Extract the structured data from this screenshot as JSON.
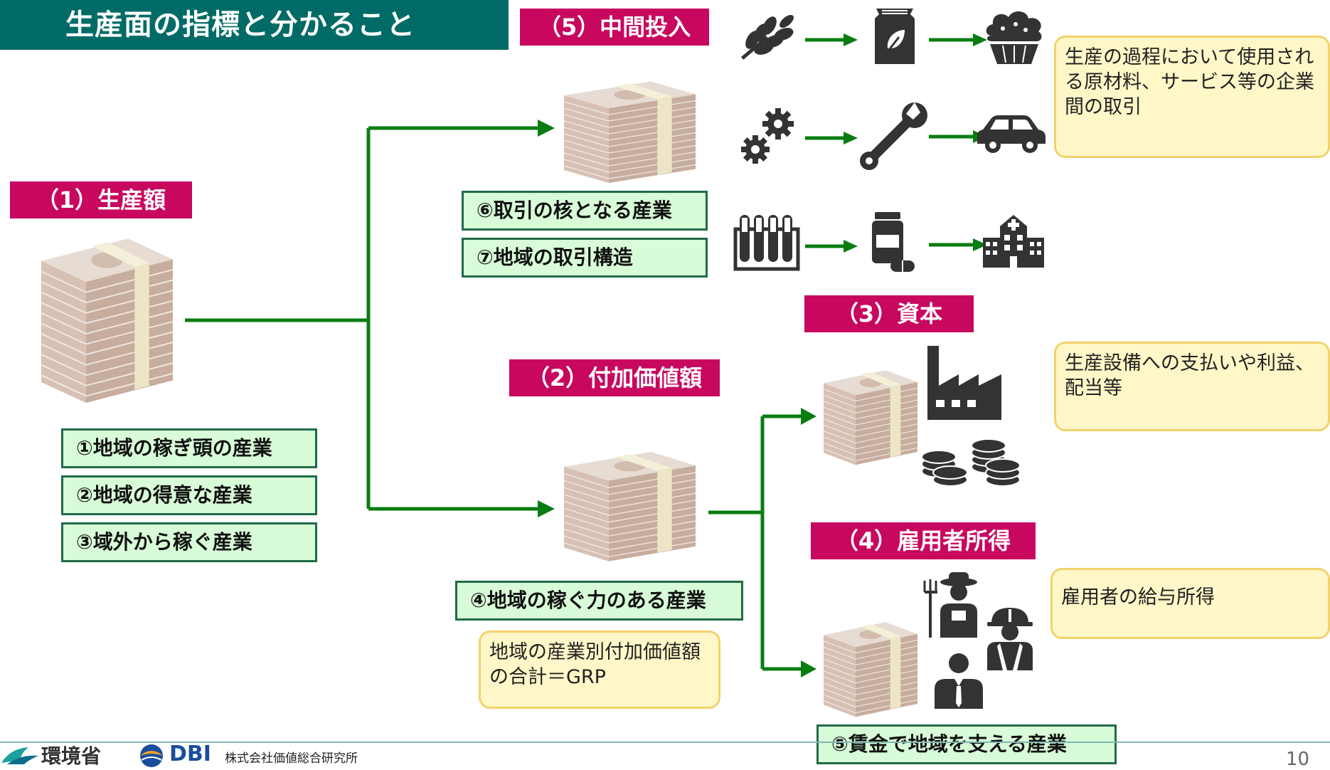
{
  "title": "生産面の指標と分かること",
  "labels": {
    "production": "（1）生産額",
    "value_added": "（2）付加価値額",
    "capital": "（3）資本",
    "employee_income": "（4）雇用者所得",
    "intermediate_input": "（5）中間投入"
  },
  "production_items": [
    "①地域の稼ぎ頭の産業",
    "②地域の得意な産業",
    "③域外から稼ぐ産業"
  ],
  "intermediate_items": [
    "⑥取引の核となる産業",
    "⑦地域の取引構造"
  ],
  "value_added_item": "④地域の稼ぐ力のある産業",
  "wage_item": "⑤賃金で地域を支える産業",
  "notes": {
    "intermediate": "生産の過程において使用される原材料、サービス等の企業間の取引",
    "capital": "生産設備への支払いや利益、配当等",
    "employee": "雇用者の給与所得",
    "grp": "地域の産業別付加価値額の合計＝GRP"
  },
  "icons": {
    "chain1": [
      "wheat-icon",
      "flour-bag-icon",
      "cupcake-icon"
    ],
    "chain2": [
      "gears-icon",
      "wrench-icon",
      "car-icon"
    ],
    "chain3": [
      "test-tubes-icon",
      "medicine-bottle-icon",
      "hospital-icon"
    ]
  },
  "footer": {
    "ministry": "環境省",
    "dbi": "DBI",
    "company": "株式会社価値総合研究所",
    "page": "10"
  },
  "colors": {
    "title_bg": "#006b66",
    "label_bg": "#c8075f",
    "item_bg": "#d8fcd7",
    "note_bg": "#fff7c7",
    "arrow": "#0a7d12"
  }
}
